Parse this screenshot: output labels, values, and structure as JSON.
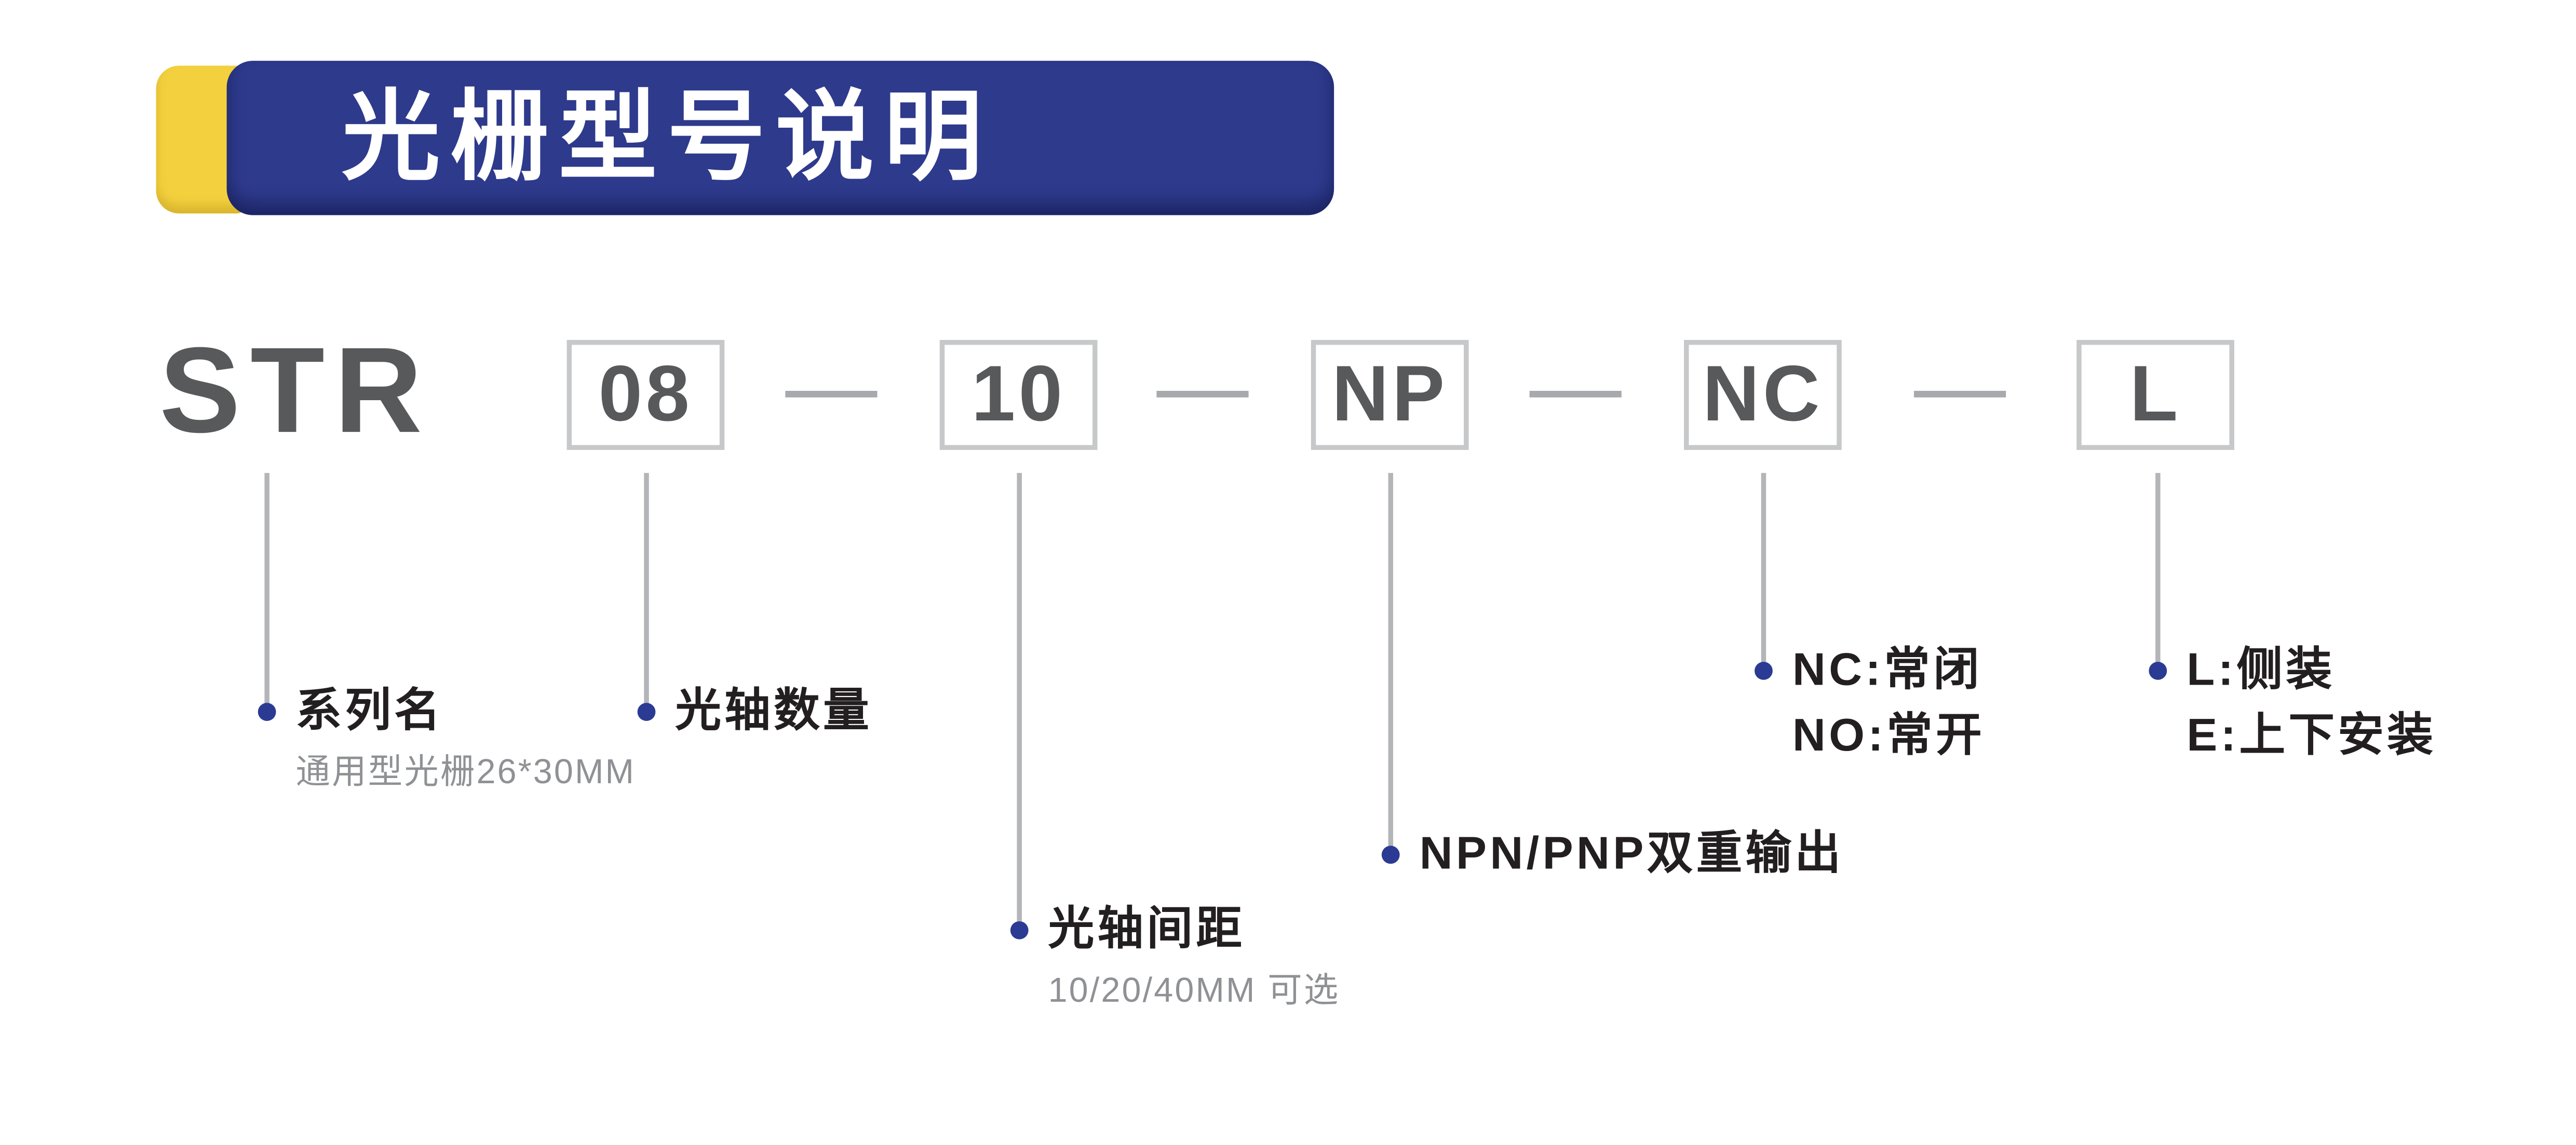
{
  "palette": {
    "banner_blue": "#2E3A8C",
    "accent_yellow": "#F3D13E",
    "code_gray": "#58595B",
    "connector_gray": "#B3B5B8",
    "box_border_gray": "#C7C8CA",
    "label_black": "#231F20",
    "note_gray": "#8F9194",
    "dot_blue": "#2B3B93"
  },
  "header": {
    "title": "光栅型号说明"
  },
  "model": {
    "prefix": "STR",
    "segments": [
      {
        "code": "08"
      },
      {
        "code": "10"
      },
      {
        "code": "NP"
      },
      {
        "code": "NC"
      },
      {
        "code": "L"
      }
    ]
  },
  "annotations": [
    {
      "label": "系列名",
      "note": "通用型光栅26*30MM"
    },
    {
      "label": "光轴数量"
    },
    {
      "label": "光轴间距",
      "note": "10/20/40MM 可选"
    },
    {
      "label": "NPN/PNP双重输出"
    },
    {
      "label": "NC:常闭",
      "label2": "NO:常开"
    },
    {
      "label": "L:侧装",
      "label2": "E:上下安装"
    }
  ]
}
